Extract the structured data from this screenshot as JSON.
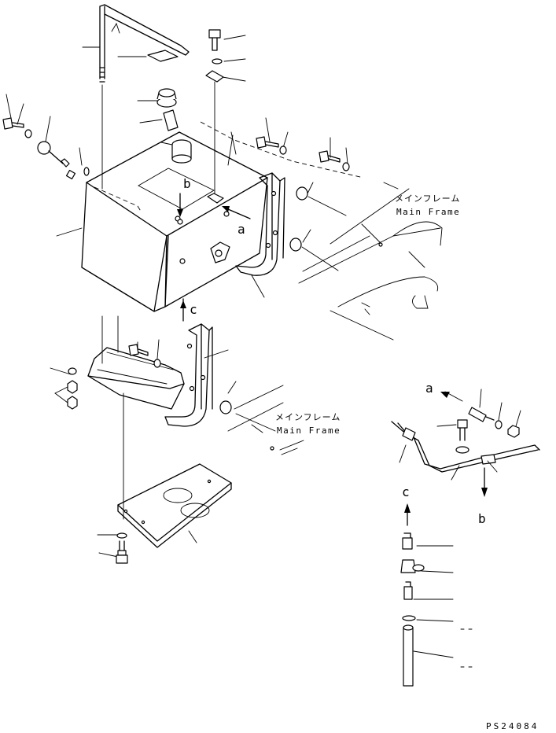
{
  "callouts": {
    "a": "a",
    "b": "b",
    "c": "c"
  },
  "main_frame": {
    "jp": "メインフレーム",
    "en": "Main Frame"
  },
  "figure_code": "PS24084"
}
